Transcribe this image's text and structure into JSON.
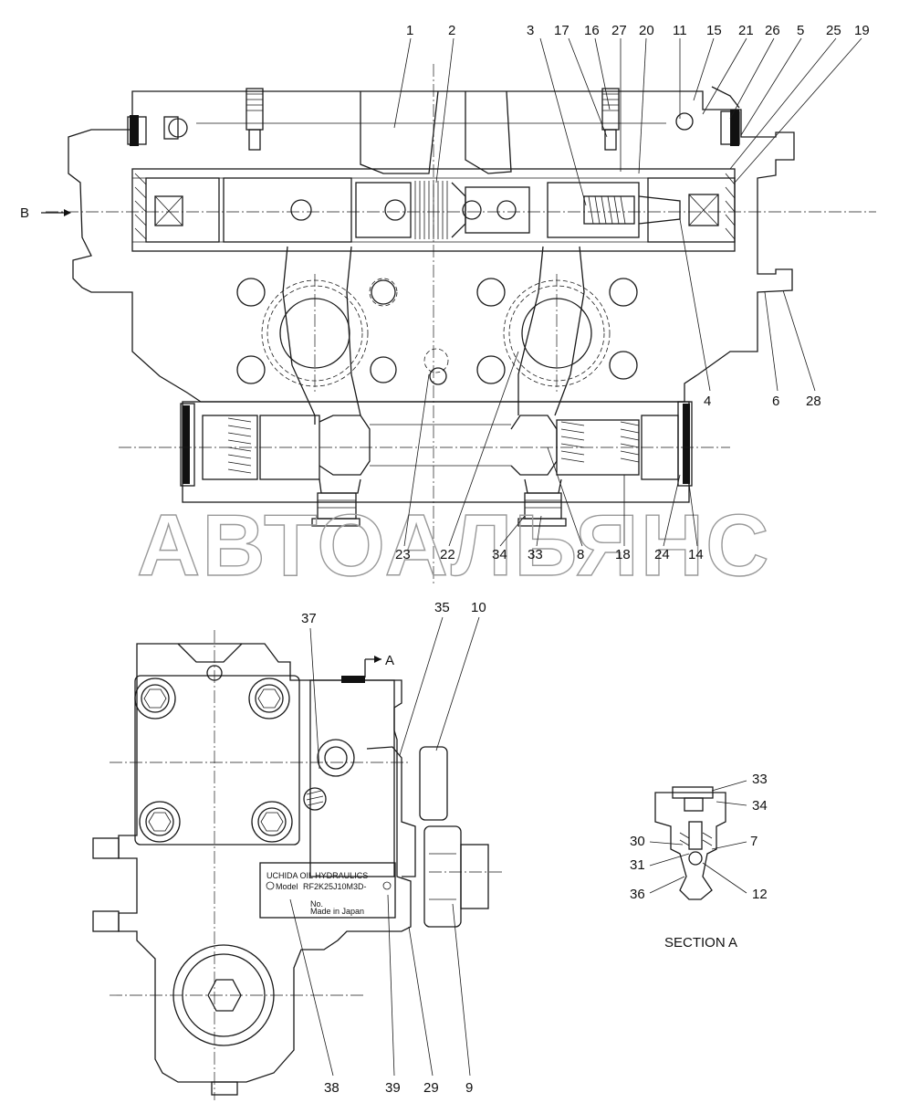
{
  "watermark": "АВТОАЛЬЯНС",
  "view_label_b": "B",
  "view_label_a": "A",
  "section_caption": "SECTION A",
  "nameplate": {
    "maker": "UCHIDA OIL HYDRAULICS",
    "model_prefix": "Model",
    "model": "RF2K25J10M3D-",
    "no": "No.",
    "made_in": "Made in Japan"
  },
  "callouts_top": [
    "1",
    "2",
    "3",
    "17",
    "16",
    "27",
    "20",
    "11",
    "15",
    "21",
    "26",
    "5",
    "25",
    "19",
    "4",
    "6",
    "28",
    "23",
    "22",
    "34",
    "33",
    "8",
    "18",
    "24",
    "14"
  ],
  "callouts_bottom": [
    "37",
    "35",
    "10",
    "38",
    "39",
    "29",
    "9"
  ],
  "callouts_section": [
    "33",
    "34",
    "30",
    "7",
    "31",
    "36",
    "12"
  ]
}
